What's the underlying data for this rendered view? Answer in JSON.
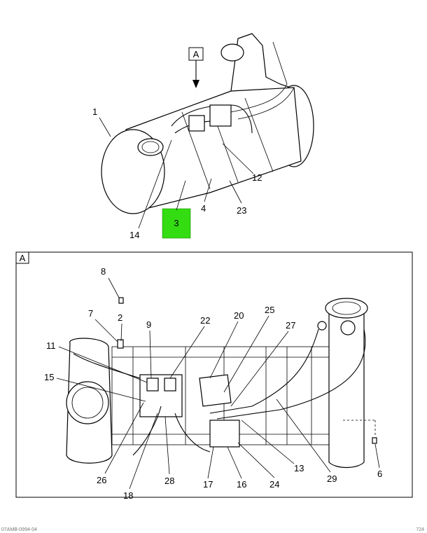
{
  "views": {
    "top": {
      "view_marker": "A",
      "callouts": [
        "1",
        "14",
        "3",
        "4",
        "23",
        "12"
      ],
      "highlight_color": "#33dd11"
    },
    "detail": {
      "frame_label": "A",
      "callouts": [
        "8",
        "7",
        "2",
        "9",
        "22",
        "20",
        "25",
        "27",
        "11",
        "15",
        "26",
        "18",
        "28",
        "17",
        "16",
        "24",
        "13",
        "29",
        "6"
      ]
    }
  },
  "footer": {
    "left": "07AMB-0994-04",
    "right": "724"
  }
}
